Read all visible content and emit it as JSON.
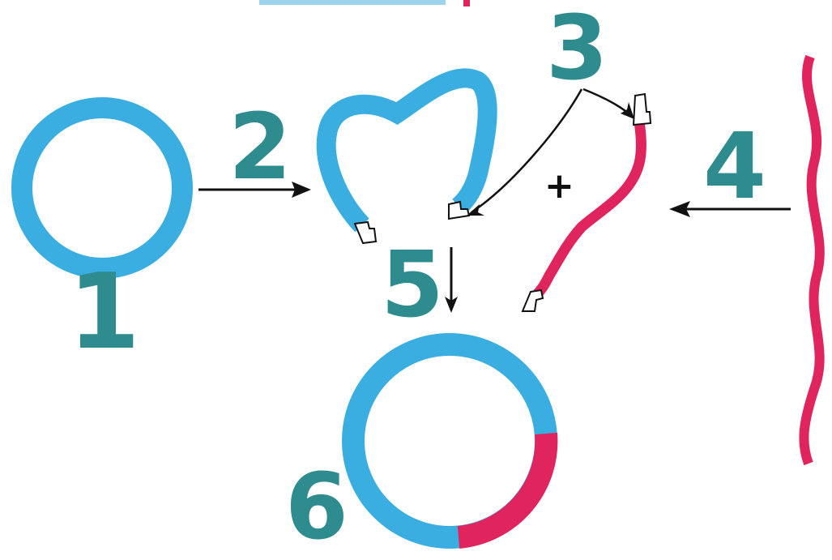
{
  "labels": {
    "step1": "1",
    "step2": "2",
    "step3": "3",
    "step4": "4",
    "step5": "5",
    "step6": "6",
    "plus": "+"
  },
  "colors": {
    "plasmid_blue": "#3aaee0",
    "foreign_dna_pink": "#e0245e",
    "label_teal": "#2e8b8e",
    "arrow": "#111111",
    "sticky_end_fill": "#ffffff",
    "sticky_end_stroke": "#111111"
  }
}
